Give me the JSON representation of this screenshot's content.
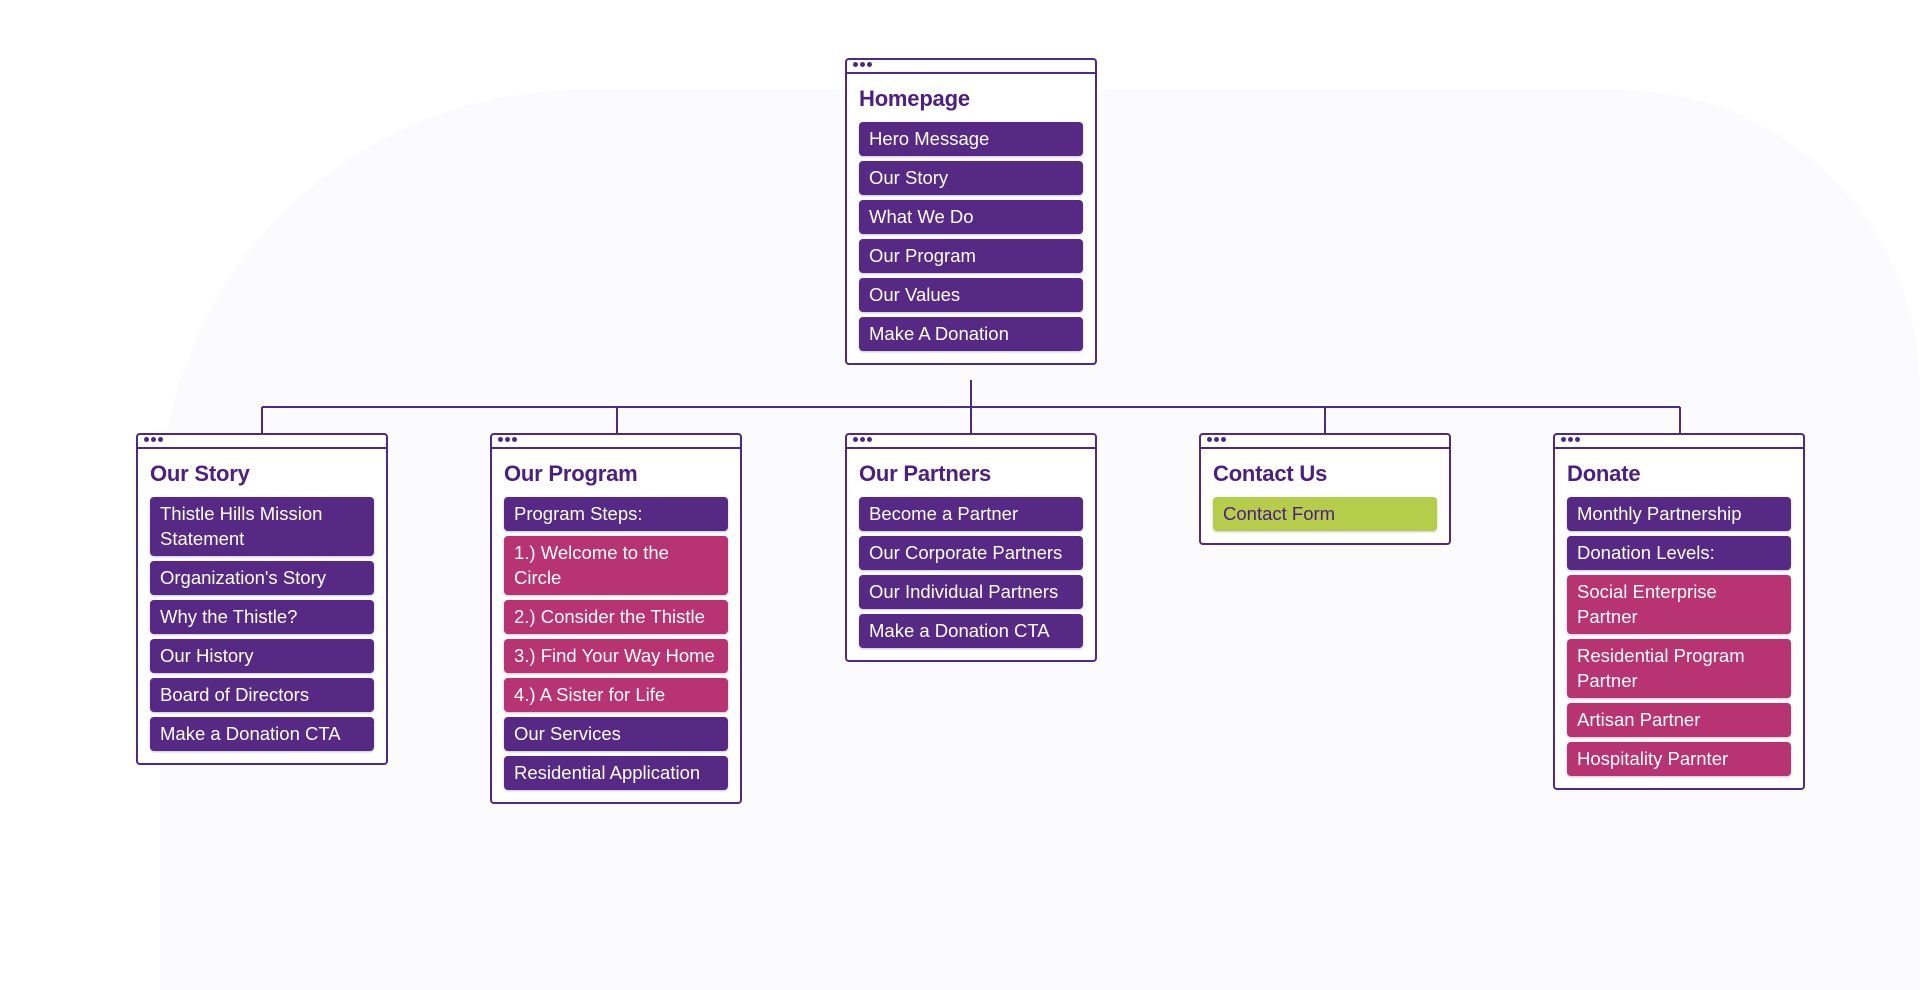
{
  "colors": {
    "outline": "#4b2a8a",
    "title": "#4b2080",
    "section_item": "#562a84",
    "sub_item": "#b83371",
    "form_item": "#b5cd4a"
  },
  "homepage": {
    "title": "Homepage",
    "items": [
      "Hero Message",
      "Our Story",
      "What We Do",
      "Our Program",
      "Our Values",
      "Make A Donation"
    ]
  },
  "our_story": {
    "title": "Our Story",
    "items": [
      "Thistle Hills Mission Statement",
      "Organization's Story",
      "Why the Thistle?",
      "Our History",
      "Board of Directors",
      "Make a Donation CTA"
    ]
  },
  "our_program": {
    "title": "Our Program",
    "items": [
      "Program Steps:",
      "1.) Welcome to the Circle",
      "2.) Consider the Thistle",
      "3.) Find Your Way Home",
      "4.) A Sister for Life",
      "Our Services",
      "Residential Application"
    ]
  },
  "our_partners": {
    "title": "Our Partners",
    "items": [
      "Become a Partner",
      "Our Corporate Partners",
      "Our Individual Partners",
      "Make a Donation CTA"
    ]
  },
  "contact_us": {
    "title": "Contact Us",
    "items": [
      "Contact Form"
    ]
  },
  "donate": {
    "title": "Donate",
    "items": [
      "Monthly Partnership",
      "Donation Levels:",
      "Social Enterprise Partner",
      "Residential Program Partner",
      "Artisan Partner",
      "Hospitality Parnter"
    ]
  }
}
